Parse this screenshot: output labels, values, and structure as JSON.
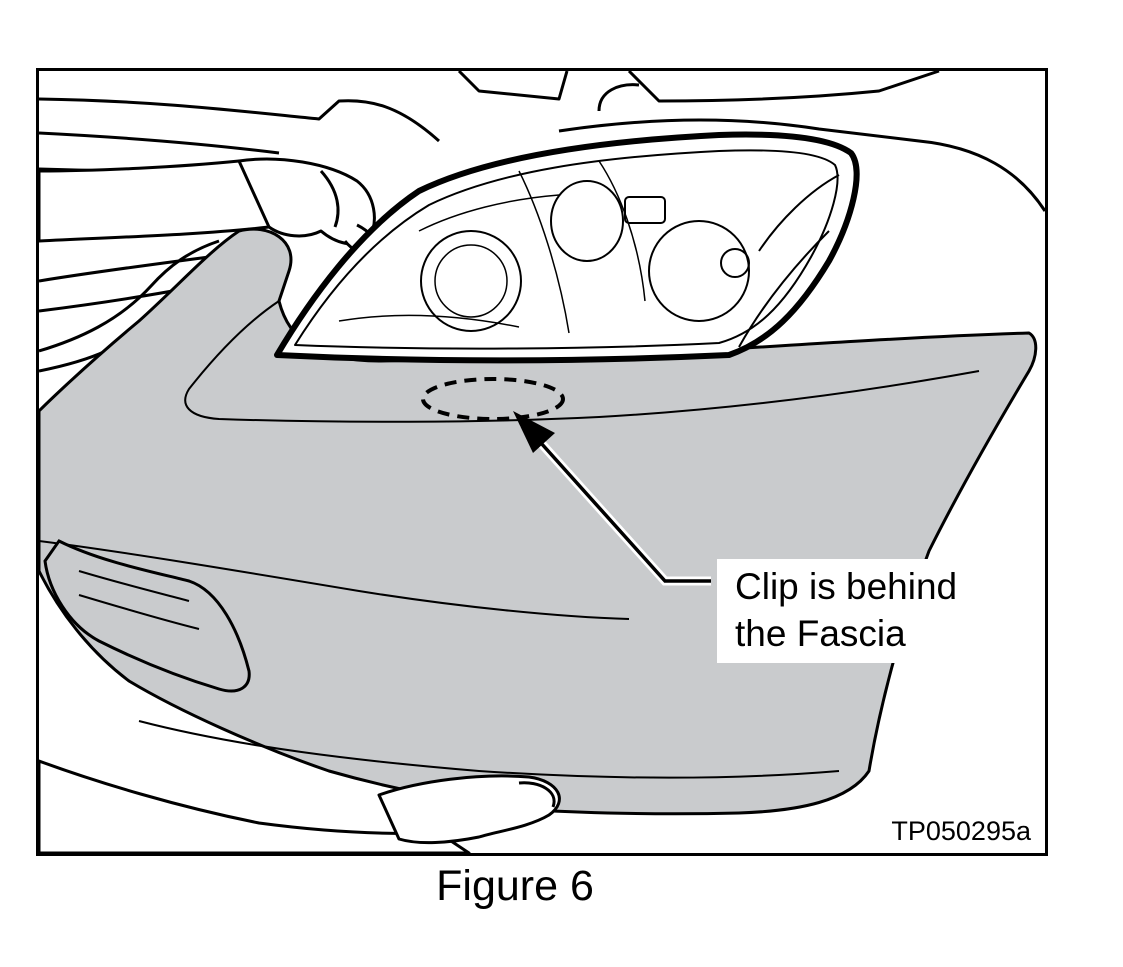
{
  "callout": {
    "line1": "Clip is behind",
    "line2": "the Fascia"
  },
  "drawing_code": "TP050295a",
  "caption": "Figure 6",
  "colors": {
    "fascia_fill": "#c9cbcd",
    "line_art": "#000000",
    "background": "#ffffff"
  },
  "icons": [
    "callout-arrow-icon",
    "clip-location-dashed-ellipse"
  ]
}
